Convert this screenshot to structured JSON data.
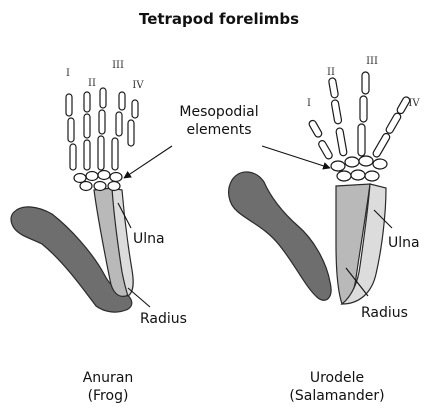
{
  "title": "Tetrapod forelimbs",
  "callout": {
    "line1": "Mesopodial",
    "line2": "elements"
  },
  "frog": {
    "digits": [
      "I",
      "II",
      "III",
      "IV"
    ],
    "ulna": "Ulna",
    "radius": "Radius",
    "caption1": "Anuran",
    "caption2": "(Frog)"
  },
  "salamander": {
    "digits": [
      "I",
      "II",
      "III",
      "IV"
    ],
    "ulna": "Ulna",
    "radius": "Radius",
    "caption1": "Urodele",
    "caption2": "(Salamander)"
  },
  "colors": {
    "humerus": "#6e6e6e",
    "radius": "#b9b9b9",
    "ulna": "#dcdcdc",
    "bone": "#ffffff"
  }
}
